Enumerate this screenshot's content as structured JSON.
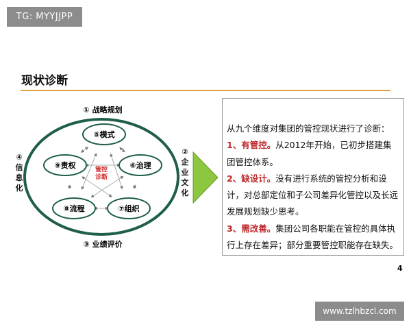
{
  "watermark_top": "TG: MYYJJPP",
  "title": "现状诊断",
  "diagram": {
    "outer": [
      "① 战略规划",
      "② 企业文化",
      "③ 业绩评价",
      "④ 信息化"
    ],
    "nodes": [
      "⑤模式",
      "⑥治理",
      "⑦组织",
      "⑧流程",
      "⑨责权"
    ],
    "center": [
      "管控",
      "诊断"
    ],
    "colors": {
      "ring": "#1f5e4a",
      "center_text": "#d03030",
      "arrow": "#8dc63f"
    }
  },
  "text": {
    "intro": "从九个维度对集团的管控现状进行了诊断：",
    "points": [
      {
        "head": "1、有管控。",
        "body": "从2012年开始，已初步搭建集团管控体系。"
      },
      {
        "head": "2、缺设计。",
        "body": "没有进行系统的管控分析和设计，对总部定位和子公司差异化管控以及长远发展规划缺少思考。"
      },
      {
        "head": "3、需改善。",
        "body": "集团公司各职能在管控的具体执行上存在差异；部分重要管控职能存在缺失。"
      }
    ]
  },
  "page_number": "4",
  "watermark_bottom": "www.tzlhbzcl.com"
}
